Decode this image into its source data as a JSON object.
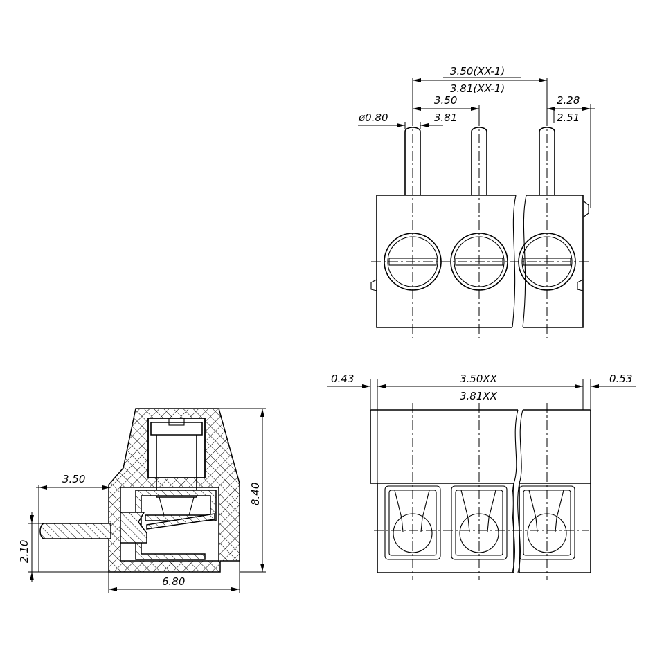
{
  "top_view": {
    "pitch_total_a": "3.50(XX-1)",
    "pitch_total_b": "3.81(XX-1)",
    "pitch_a": "3.50",
    "pitch_b": "3.81",
    "pin_dia": "ø0.80",
    "edge_a": "2.28",
    "edge_b": "2.51"
  },
  "front_view": {
    "left_margin": "0.43",
    "length_a": "3.50XX",
    "length_b": "3.81XX",
    "right_margin": "0.53"
  },
  "side_view": {
    "pin_length": "3.50",
    "pin_height": "2.10",
    "depth": "6.80",
    "height": "8.40"
  }
}
